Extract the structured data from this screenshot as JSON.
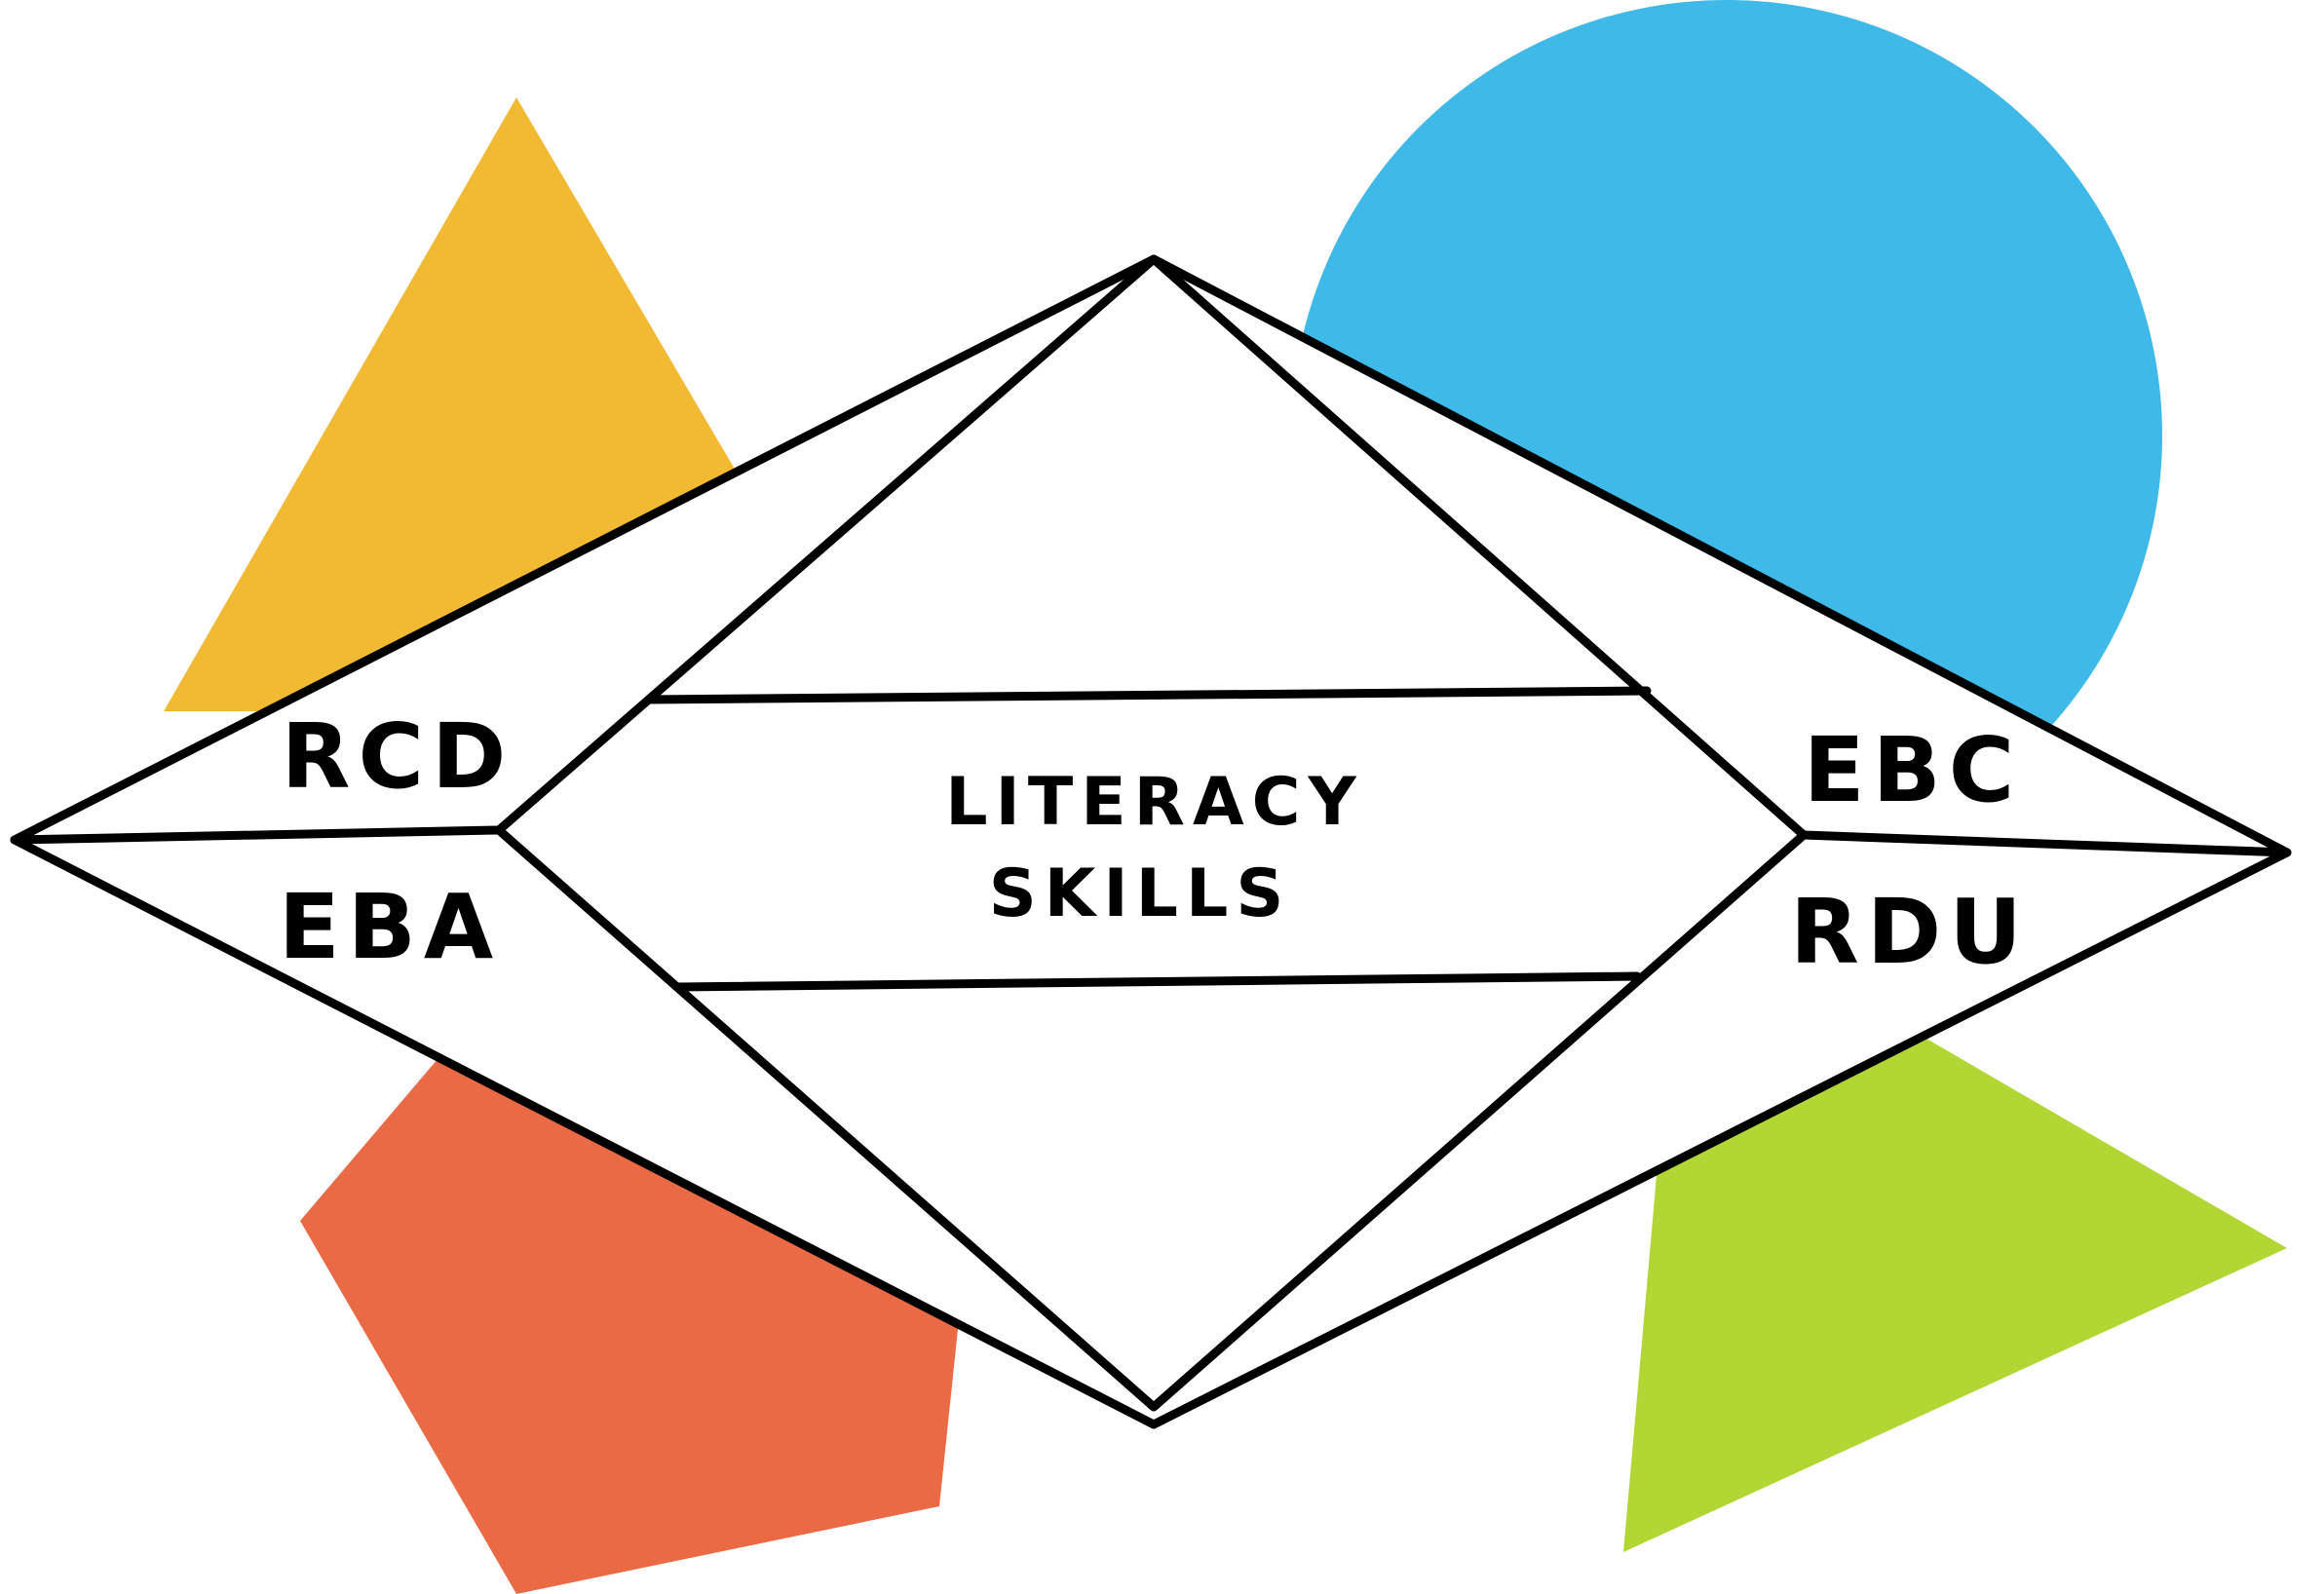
{
  "colors": {
    "triangle_yellow": "#F2BA33",
    "circle_blue": "#3FBAE8",
    "pentagon_orange": "#EA6A45",
    "triangle_green": "#B2D735",
    "outline": "#000000",
    "fill": "#ffffff"
  },
  "labels": {
    "left_top": "RCD",
    "left_bottom": "EBA",
    "center_line1": "LITERACY",
    "center_line2": "SKILLS",
    "right_top": "EBC",
    "right_bottom": "RDU"
  }
}
